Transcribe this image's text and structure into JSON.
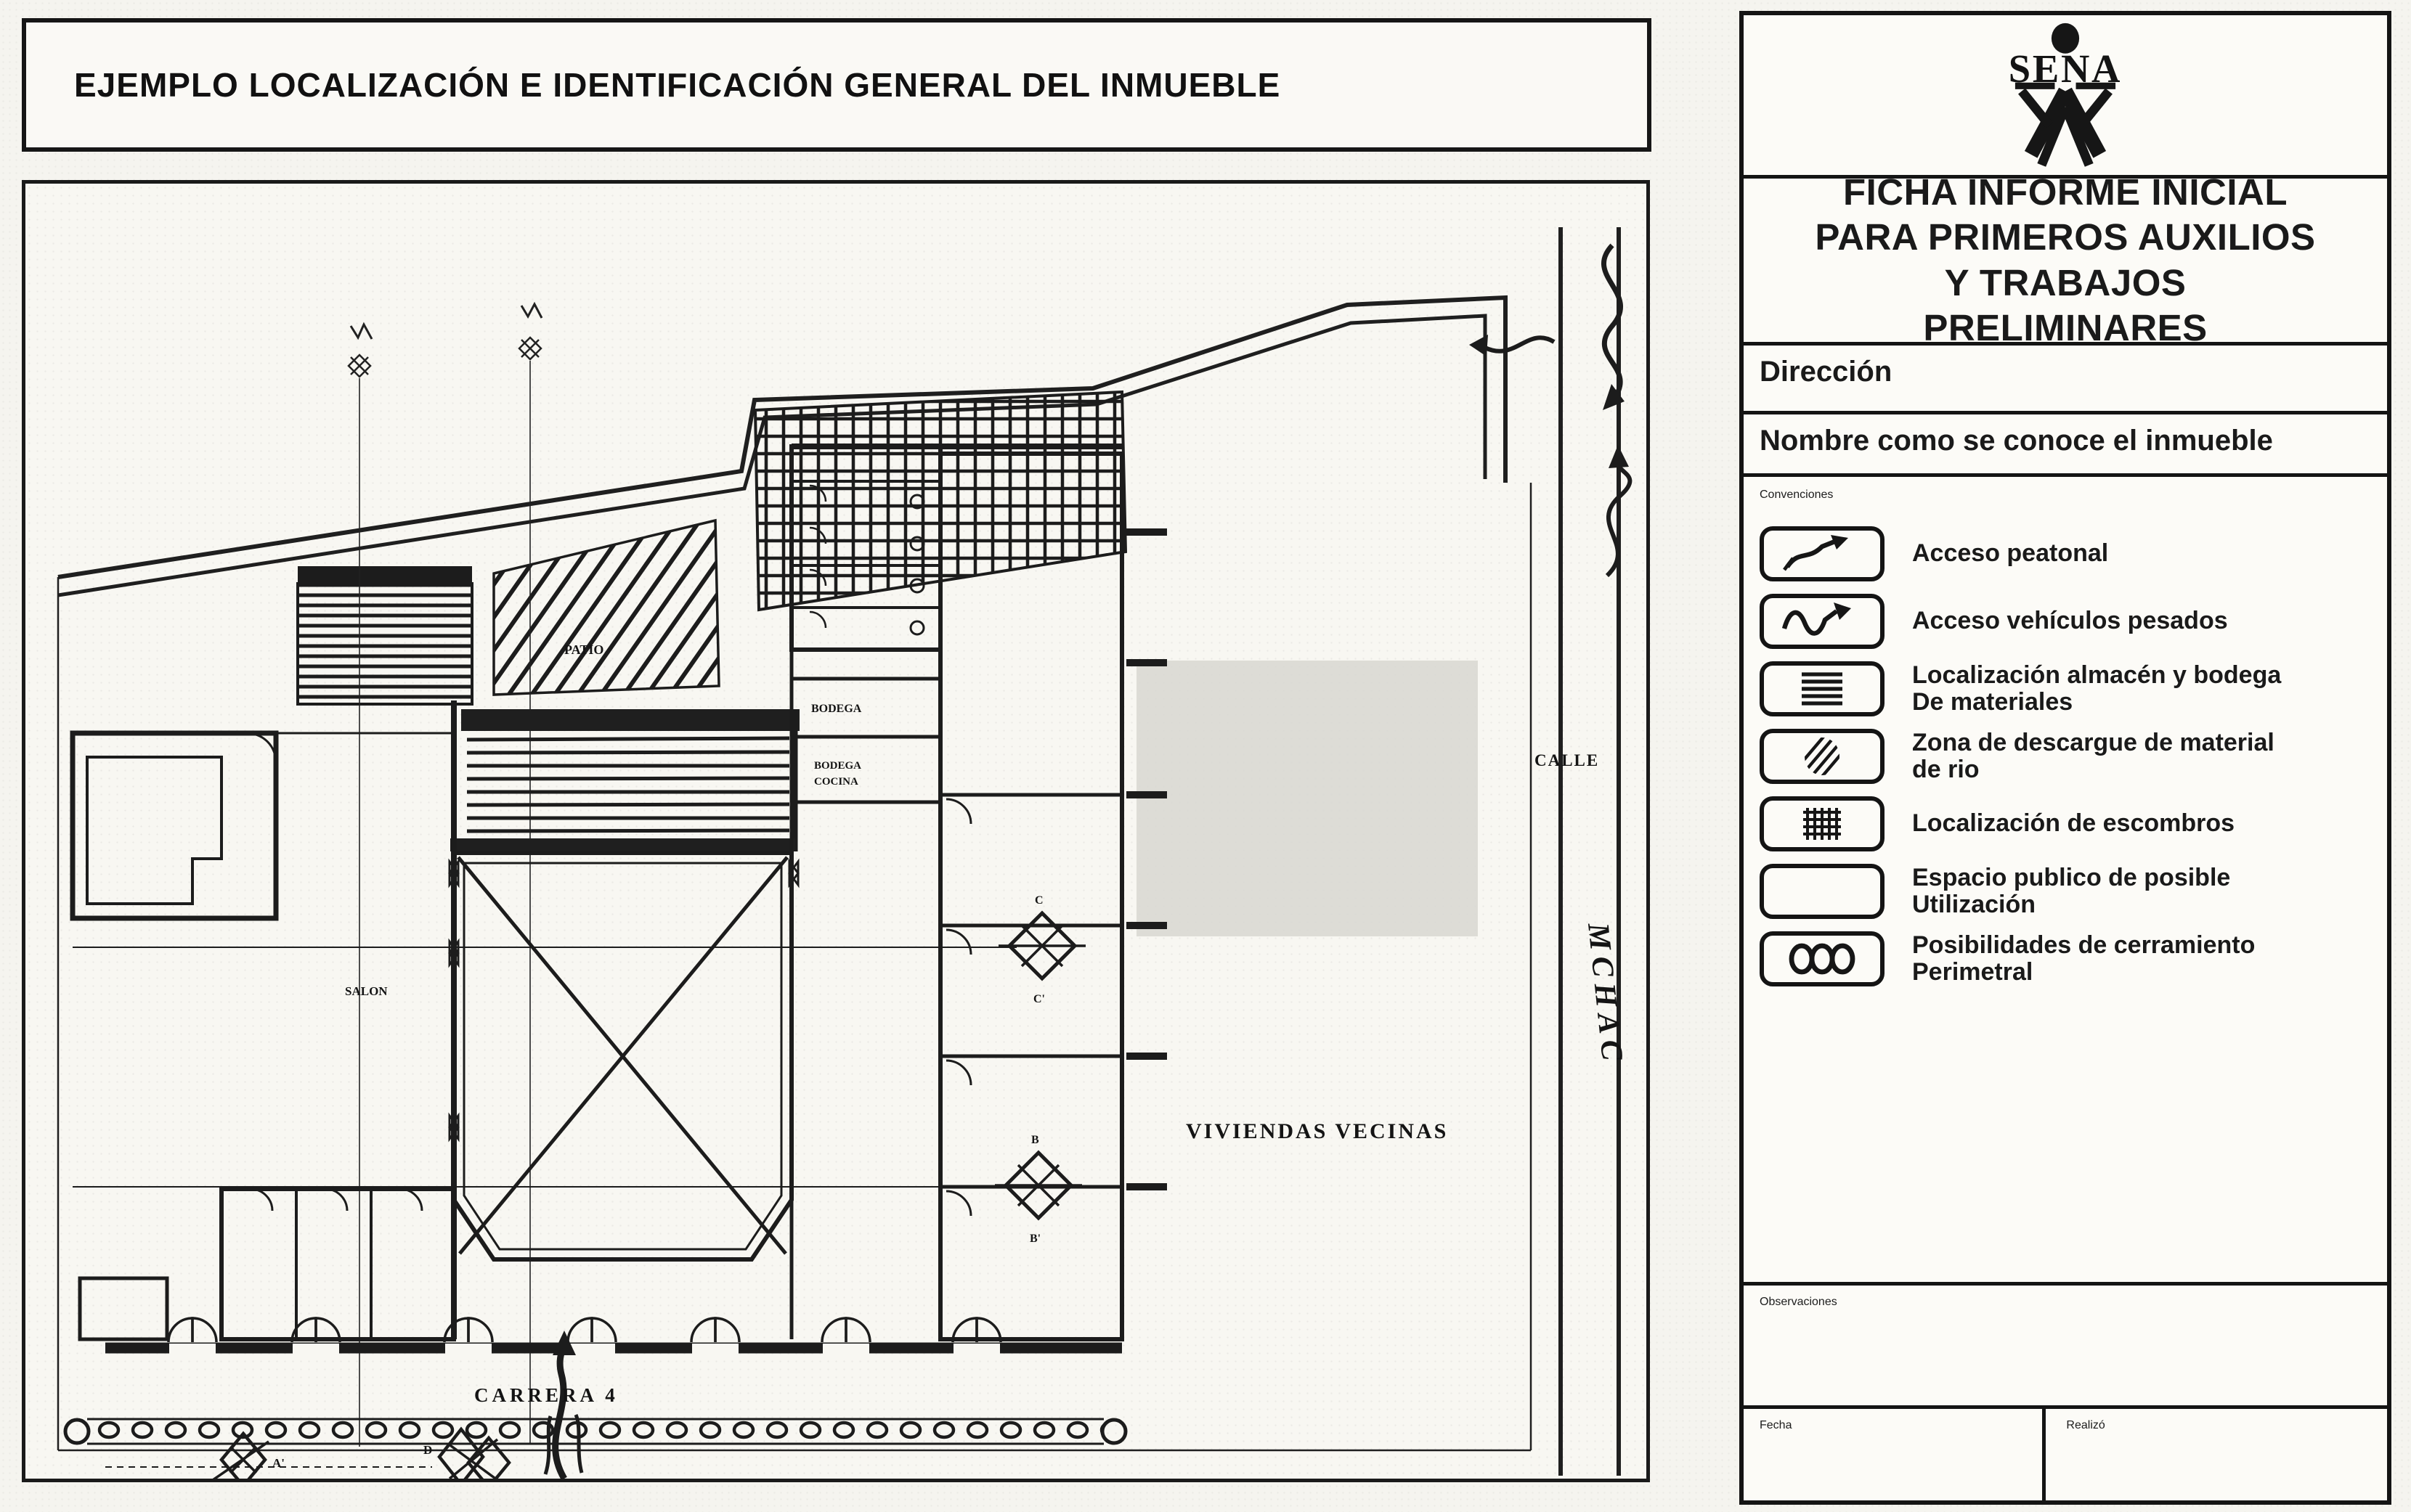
{
  "title_bar": {
    "title": "EJEMPLO LOCALIZACIÓN E IDENTIFICACIÓN GENERAL DEL INMUEBLE"
  },
  "plan": {
    "labels": {
      "viviendas_vecinas": "VIVIENDAS  VECINAS",
      "carrera": "CARRERA 4",
      "calle": "CALLE",
      "patio": "PATIO",
      "salon": "SALON",
      "bodega": "BODEGA",
      "bodega2": "BODEGA",
      "cocina": "COCINA",
      "handwritten_note": "MCHAC"
    },
    "markers": {
      "a": "A'",
      "d": "D",
      "c": "C",
      "c_prime": "C'",
      "b": "B",
      "b_prime": "B'"
    }
  },
  "panel": {
    "logo_text": "SENA",
    "title_lines": [
      "FICHA INFORME INICIAL",
      "PARA PRIMEROS AUXILIOS",
      "Y TRABAJOS",
      "PRELIMINARES"
    ],
    "fields": {
      "direccion": "Dirección",
      "nombre": "Nombre como se conoce el inmueble",
      "convenciones": "Convenciones",
      "observaciones": "Observaciones",
      "fecha": "Fecha",
      "realizo": "Realizó"
    },
    "legend": {
      "items": [
        {
          "icon": "pedestrian-access-arrow-icon",
          "label": "Acceso peatonal",
          "label2": ""
        },
        {
          "icon": "heavy-vehicle-access-arrow-icon",
          "label": "Acceso vehículos pesados",
          "label2": ""
        },
        {
          "icon": "horizontal-stripes-swatch-icon",
          "label": "Localización almacén y bodega",
          "label2": "De materiales"
        },
        {
          "icon": "diagonal-hatch-swatch-icon",
          "label": "Zona de descargue de material",
          "label2": "de rio"
        },
        {
          "icon": "grid-hatch-swatch-icon",
          "label": "Localización de escombros",
          "label2": ""
        },
        {
          "icon": "empty-box-swatch-icon",
          "label": "Espacio publico de posible",
          "label2": "Utilización"
        },
        {
          "icon": "three-circles-swatch-icon",
          "label": "Posibilidades de cerramiento",
          "label2": "Perimetral"
        }
      ]
    }
  },
  "colors": {
    "ink": "#1c1c1c",
    "paper": "#f5f4ef",
    "shade_grey": "#d8d7d1"
  }
}
